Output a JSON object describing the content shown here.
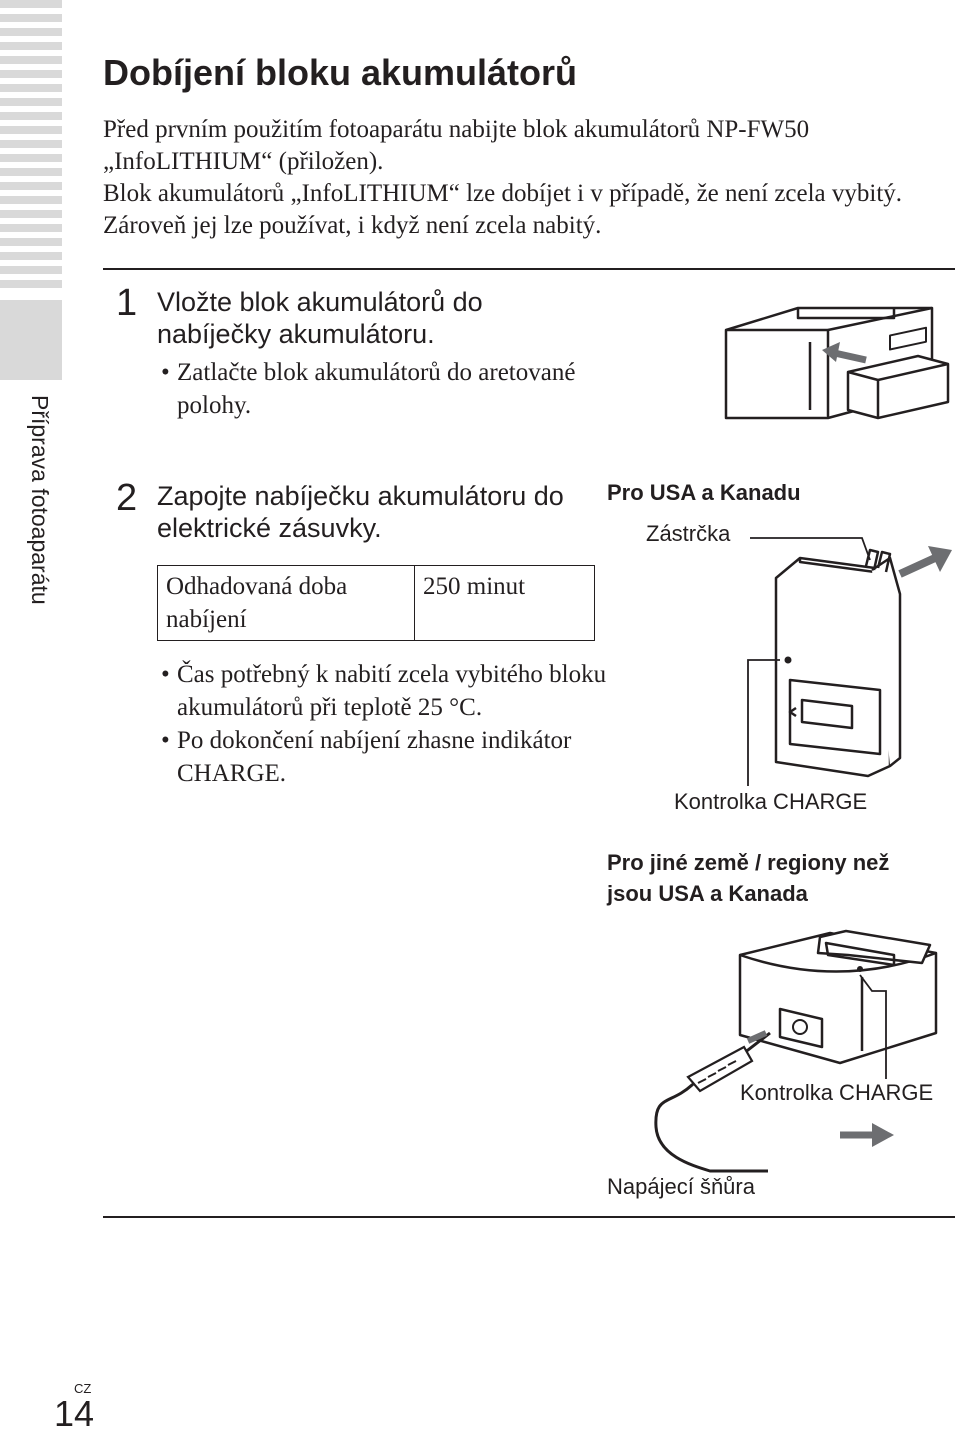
{
  "sidebar": {
    "section_label": "Příprava fotoaparátu"
  },
  "title": "Dobíjení bloku akumulátorů",
  "intro": {
    "p1": "Před prvním použitím fotoaparátu nabijte blok akumulátorů NP-FW50 „InfoLITHIUM“ (přiložen).",
    "p2": "Blok akumulátorů „InfoLITHIUM“ lze dobíjet i v případě, že není zcela vybitý. Zároveň jej lze používat, i když není zcela nabitý."
  },
  "step1": {
    "number": "1",
    "heading": "Vložte blok akumulátorů do nabíječky akumulátoru.",
    "bullets": [
      "Zatlačte blok akumulátorů do aretované polohy."
    ]
  },
  "step2": {
    "number": "2",
    "heading": "Zapojte nabíječku akumulátoru do elektrické zásuvky.",
    "table": {
      "label": "Odhadovaná doba nabíjení",
      "value": "250 minut"
    },
    "bullets": [
      "Čas potřebný k nabití zcela vybitého bloku akumulátorů při teplotě 25 °C.",
      "Po dokončení nabíjení zhasne indikátor CHARGE."
    ]
  },
  "figure_usa": {
    "heading": "Pro USA a Kanadu",
    "plug_label": "Zástrčka",
    "charge_label": "Kontrolka CHARGE"
  },
  "figure_other": {
    "heading_line1": "Pro jiné země / regiony než",
    "heading_line2": "jsou USA a Kanada",
    "charge_label": "Kontrolka CHARGE",
    "cord_label": "Napájecí šňůra"
  },
  "footer": {
    "lang_code": "CZ",
    "page_number": "14"
  }
}
